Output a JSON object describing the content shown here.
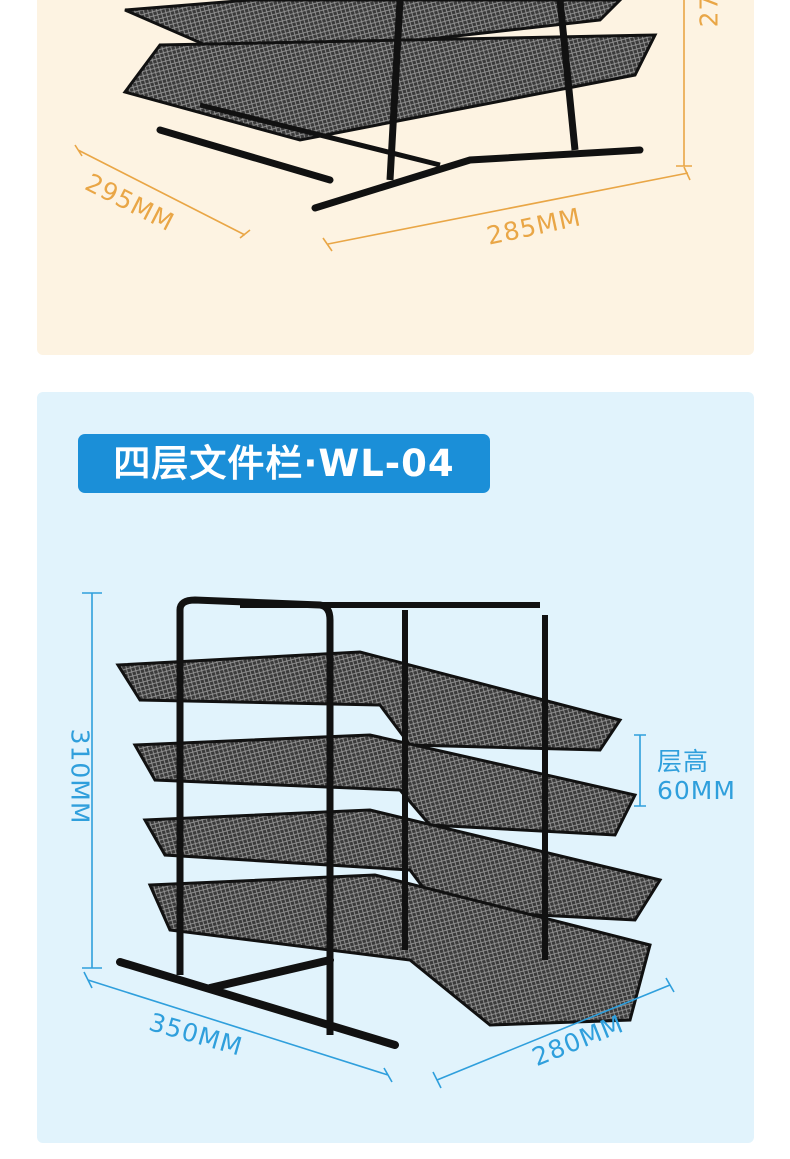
{
  "top_section": {
    "dimensions": {
      "depth": "295MM",
      "width": "285MM",
      "height_partial": "27"
    }
  },
  "bottom_section": {
    "title": "四层文件栏·WL-04",
    "dimensions": {
      "height": "310MM",
      "layer_height_label": "层高",
      "layer_height": "60MM",
      "depth": "350MM",
      "width": "280MM"
    }
  },
  "colors": {
    "top_bg": "#fdf3e2",
    "bottom_bg": "#e1f3fc",
    "badge": "#1b8fd8",
    "orange_dim": "#e9a646",
    "blue_dim": "#2f9fdc"
  }
}
